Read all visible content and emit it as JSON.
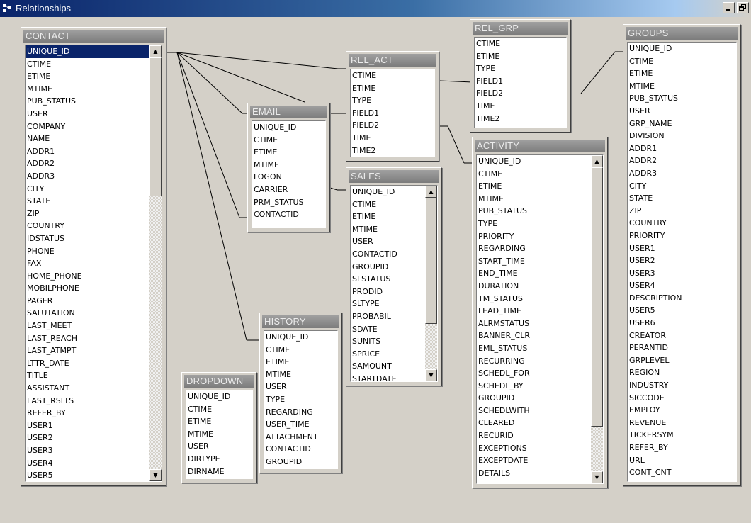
{
  "window": {
    "title": "Relationships"
  },
  "tables": {
    "contact": {
      "name": "CONTACT",
      "fields": [
        "UNIQUE_ID",
        "CTIME",
        "ETIME",
        "MTIME",
        "PUB_STATUS",
        "USER",
        "COMPANY",
        "NAME",
        "ADDR1",
        "ADDR2",
        "ADDR3",
        "CITY",
        "STATE",
        "ZIP",
        "COUNTRY",
        "IDSTATUS",
        "PHONE",
        "FAX",
        "HOME_PHONE",
        "MOBILPHONE",
        "PAGER",
        "SALUTATION",
        "LAST_MEET",
        "LAST_REACH",
        "LAST_ATMPT",
        "LTTR_DATE",
        "TITLE",
        "ASSISTANT",
        "LAST_RSLTS",
        "REFER_BY",
        "USER1",
        "USER2",
        "USER3",
        "USER4",
        "USER5"
      ]
    },
    "rel_grp": {
      "name": "REL_GRP",
      "fields": [
        "CTIME",
        "ETIME",
        "TYPE",
        "FIELD1",
        "FIELD2",
        "TIME",
        "TIME2"
      ]
    },
    "rel_act": {
      "name": "REL_ACT",
      "fields": [
        "CTIME",
        "ETIME",
        "TYPE",
        "FIELD1",
        "FIELD2",
        "TIME",
        "TIME2"
      ]
    },
    "email": {
      "name": "EMAIL",
      "fields": [
        "UNIQUE_ID",
        "CTIME",
        "ETIME",
        "MTIME",
        "LOGON",
        "CARRIER",
        "PRM_STATUS",
        "CONTACTID"
      ]
    },
    "sales": {
      "name": "SALES",
      "fields": [
        "UNIQUE_ID",
        "CTIME",
        "ETIME",
        "MTIME",
        "USER",
        "CONTACTID",
        "GROUPID",
        "SLSTATUS",
        "PRODID",
        "SLTYPE",
        "PROBABIL",
        "SDATE",
        "SUNITS",
        "SPRICE",
        "SAMOUNT",
        "STARTDATE"
      ]
    },
    "history": {
      "name": "HISTORY",
      "fields": [
        "UNIQUE_ID",
        "CTIME",
        "ETIME",
        "MTIME",
        "USER",
        "TYPE",
        "REGARDING",
        "USER_TIME",
        "ATTACHMENT",
        "CONTACTID",
        "GROUPID"
      ]
    },
    "dropdown": {
      "name": "DROPDOWN",
      "fields": [
        "UNIQUE_ID",
        "CTIME",
        "ETIME",
        "MTIME",
        "USER",
        "DIRTYPE",
        "DIRNAME"
      ]
    },
    "activity": {
      "name": "ACTIVITY",
      "fields": [
        "UNIQUE_ID",
        "CTIME",
        "ETIME",
        "MTIME",
        "PUB_STATUS",
        "TYPE",
        "PRIORITY",
        "REGARDING",
        "START_TIME",
        "END_TIME",
        "DURATION",
        "TM_STATUS",
        "LEAD_TIME",
        "ALRMSTATUS",
        "BANNER_CLR",
        "EML_STATUS",
        "RECURRING",
        "SCHEDL_FOR",
        "SCHEDL_BY",
        "GROUPID",
        "SCHEDLWITH",
        "CLEARED",
        "RECURID",
        "EXCEPTIONS",
        "EXCEPTDATE",
        "DETAILS"
      ]
    },
    "groups": {
      "name": "GROUPS",
      "fields": [
        "UNIQUE_ID",
        "CTIME",
        "ETIME",
        "MTIME",
        "PUB_STATUS",
        "USER",
        "GRP_NAME",
        "DIVISION",
        "ADDR1",
        "ADDR2",
        "ADDR3",
        "CITY",
        "STATE",
        "ZIP",
        "COUNTRY",
        "PRIORITY",
        "USER1",
        "USER2",
        "USER3",
        "USER4",
        "DESCRIPTION",
        "USER5",
        "USER6",
        "CREATOR",
        "PERANTID",
        "GRPLEVEL",
        "REGION",
        "INDUSTRY",
        "SICCODE",
        "EMPLOY",
        "REVENUE",
        "TICKERSYM",
        "REFER_BY",
        "URL",
        "CONT_CNT"
      ]
    }
  }
}
